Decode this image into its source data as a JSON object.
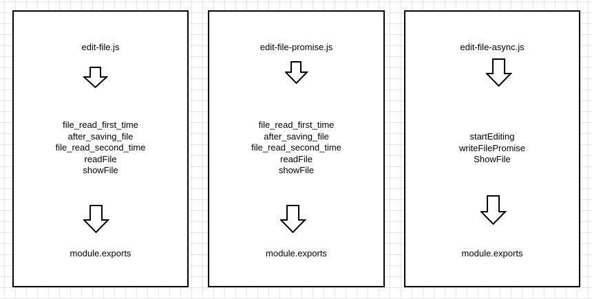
{
  "columns": [
    {
      "title": "edit-file.js",
      "functions": [
        "file_read_first_time",
        "after_saving_file",
        "file_read_second_time",
        "readFile",
        "showFile"
      ],
      "exports": "module.exports"
    },
    {
      "title": "edit-file-promise.js",
      "functions": [
        "file_read_first_time",
        "after_saving_file",
        "file_read_second_time",
        "readFile",
        "showFile"
      ],
      "exports": "module.exports"
    },
    {
      "title": "edit-file-async.js",
      "functions": [
        "startEditing",
        "writeFilePromise",
        "ShowFile"
      ],
      "exports": "module.exports"
    }
  ]
}
